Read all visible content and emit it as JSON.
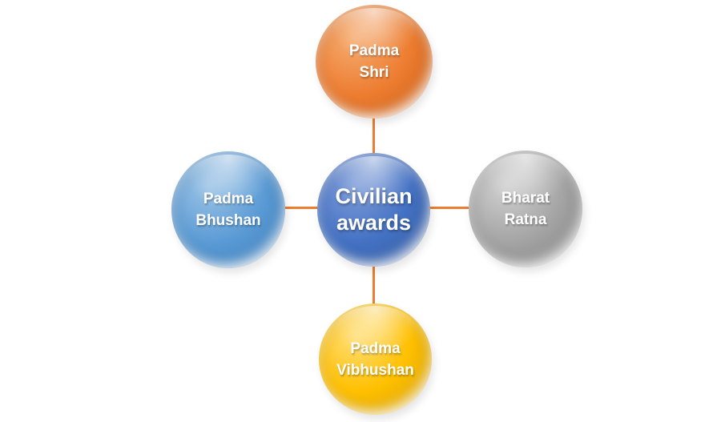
{
  "diagram": {
    "background": "#ffffff",
    "connector_color": "#ED7D31",
    "text_color": "#ffffff",
    "nodes": {
      "center": {
        "id": "civilian-awards",
        "lines": [
          "Civilian",
          "awards"
        ],
        "base": "#4472C4",
        "light": "#7E9CD8",
        "dark": "#2F5597"
      },
      "top": {
        "id": "padma-shri",
        "lines": [
          "Padma",
          "Shri"
        ],
        "base": "#ED7D31",
        "light": "#F5AC71",
        "dark": "#C55A11"
      },
      "right": {
        "id": "bharat-ratna",
        "lines": [
          "Bharat",
          "Ratna"
        ],
        "base": "#A5A5A5",
        "light": "#D0D0D0",
        "dark": "#7C7C7C"
      },
      "bottom": {
        "id": "padma-vibhushan",
        "lines": [
          "Padma",
          "Vibhushan"
        ],
        "base": "#FFC000",
        "light": "#FFDE7A",
        "dark": "#D29B00"
      },
      "left": {
        "id": "padma-bhushan",
        "lines": [
          "Padma",
          "Bhushan"
        ],
        "base": "#5B9BD5",
        "light": "#9CC3E5",
        "dark": "#3577B5"
      }
    }
  }
}
